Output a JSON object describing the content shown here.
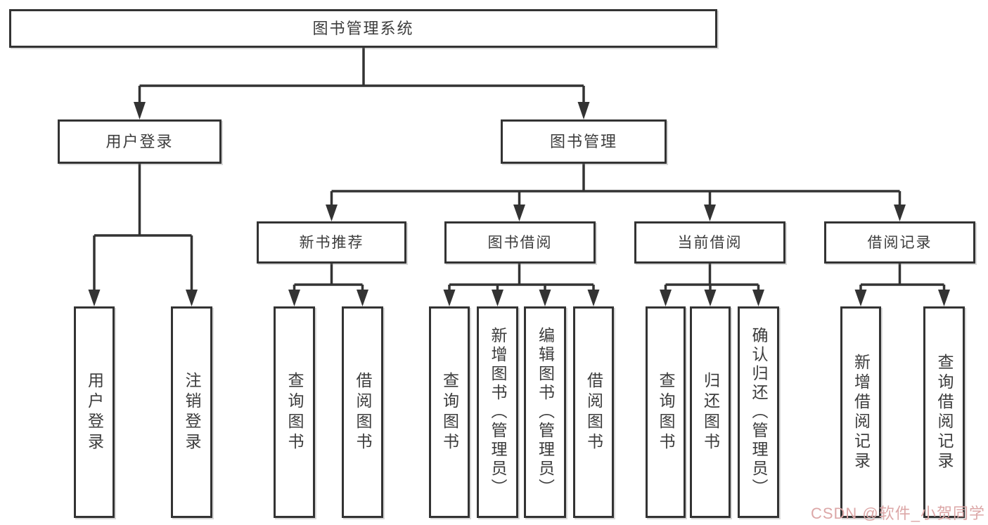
{
  "tree": {
    "label": "图书管理系统",
    "children": [
      {
        "label": "用户登录",
        "children": [
          {
            "label": "用户登录"
          },
          {
            "label": "注销登录"
          }
        ]
      },
      {
        "label": "图书管理",
        "children": [
          {
            "label": "新书推荐",
            "children": [
              {
                "label": "查询图书"
              },
              {
                "label": "借阅图书"
              }
            ]
          },
          {
            "label": "图书借阅",
            "children": [
              {
                "label": "查询图书"
              },
              {
                "label": "新增图书（管理员）"
              },
              {
                "label": "编辑图书（管理员）"
              },
              {
                "label": "借阅图书"
              }
            ]
          },
          {
            "label": "当前借阅",
            "children": [
              {
                "label": "查询图书"
              },
              {
                "label": "归还图书"
              },
              {
                "label": "确认归还（管理员）"
              }
            ]
          },
          {
            "label": "借阅记录",
            "children": [
              {
                "label": "新增借阅记录"
              },
              {
                "label": "查询借阅记录"
              }
            ]
          }
        ]
      }
    ]
  },
  "watermark": {
    "text": "CSDN @软件_小贺同学"
  },
  "colors": {
    "line": "#333333",
    "text": "#3c3c3c",
    "box_background": "#ffffff",
    "watermark": "#dca7a7"
  }
}
